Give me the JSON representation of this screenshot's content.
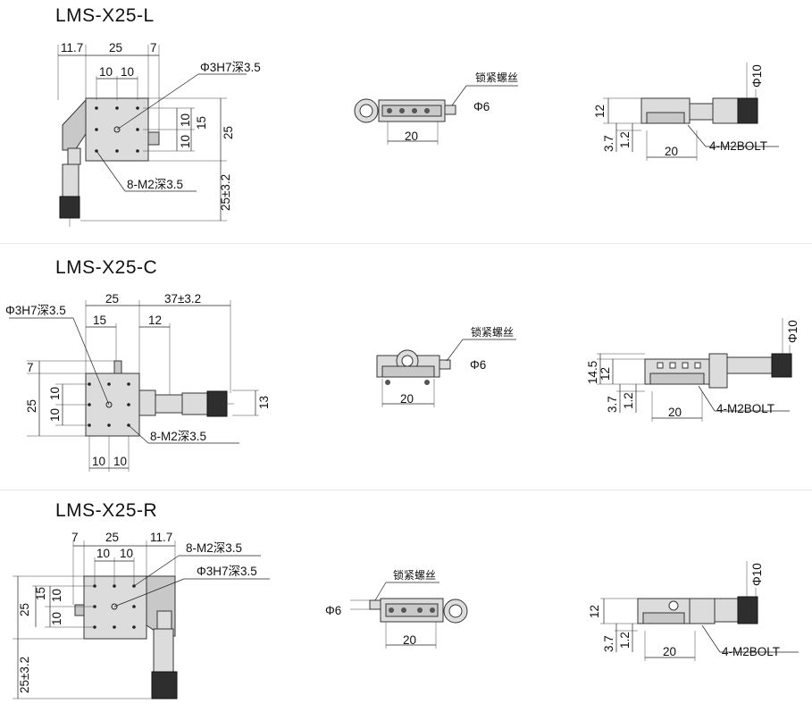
{
  "sections": [
    {
      "title": "LMS-X25-L"
    },
    {
      "title": "LMS-X25-C"
    },
    {
      "title": "LMS-X25-R"
    }
  ],
  "labels": {
    "d11_7": "11.7",
    "d25": "25",
    "d7": "7",
    "d10": "10",
    "d15": "15",
    "d12": "12",
    "d20": "20",
    "d13": "13",
    "d3_7": "3.7",
    "d1_2": "1.2",
    "d14_5": "14.5",
    "d25pm": "25±3.2",
    "d37pm": "37±3.2",
    "hole": "Φ3H7深3.5",
    "m2": "8-M2深3.5",
    "lock": "锁紧螺丝",
    "phi6": "Φ6",
    "phi10": "Φ10",
    "bolt": "4-M2BOLT"
  }
}
